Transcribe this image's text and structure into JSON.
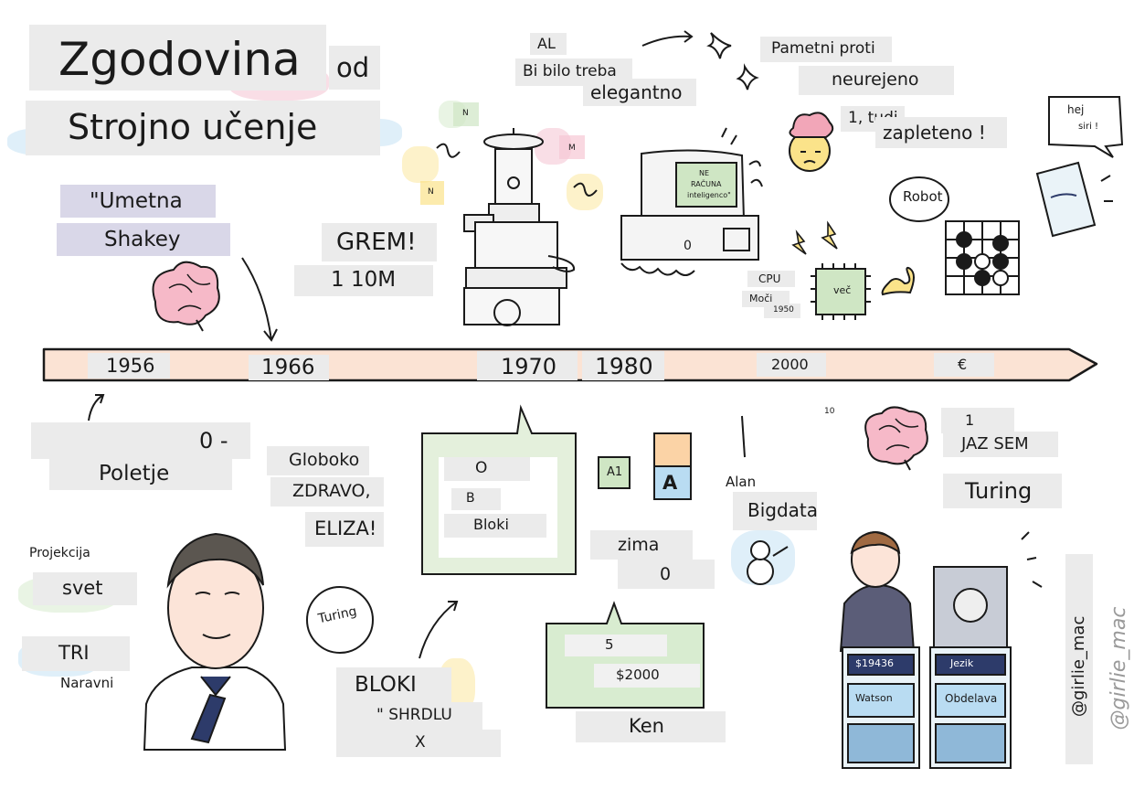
{
  "title": {
    "line1": "Zgodovina",
    "word_od": "od",
    "line2": "Strojno učenje"
  },
  "timeline": {
    "years": [
      "1956",
      "1966",
      "1970",
      "1980",
      "2000",
      "€"
    ],
    "bar_color": "#fbe3d4"
  },
  "top_labels": {
    "umetna": "\"Umetna",
    "shakey": "Shakey",
    "grem": "GREM!",
    "ten_m": "1 10M",
    "al": "AL",
    "bi_bilo_treba": "Bi bilo treba",
    "elegantno": "elegantno",
    "pametni_proti": "Pametni proti",
    "neurejeno": "neurejeno",
    "ena_tudi": "1, tudi",
    "zapleteno": "zapleteno !",
    "robot": "Robot",
    "hej": "hej",
    "siri": "siri !",
    "cpu": "CPU",
    "moci": "Moči",
    "leto_1950": "1950",
    "vec": "več",
    "monitor_line1": "NE",
    "monitor_line2": "RAČUNA",
    "monitor_line3": "inteligenco\"",
    "computer_zero": "0",
    "robot_n1": "N",
    "robot_m": "M",
    "robot_n2": "N"
  },
  "bottom_labels": {
    "zero_dash": "0 -",
    "poletje": "Poletje",
    "globoko": "Globoko",
    "zdravo": "ZDRAVO,",
    "eliza": "ELIZA!",
    "box_o": "O",
    "box_b": "B",
    "box_bloki": "Bloki",
    "cube_a1": "A1",
    "cube_a": "A",
    "zima": "zima",
    "zima_zero": "0",
    "alan": "Alan",
    "bigdata": "Bigdata",
    "ten": "10",
    "one": "1",
    "jaz_sem": "JAZ SEM",
    "turing_big": "Turing",
    "projekcija": "Projekcija",
    "svet": "svet",
    "tri": "TRI",
    "naravni": "Naravni",
    "turing_bubble": "Turing",
    "bloki": "BLOKI",
    "shrdlu": "\" SHRDLU",
    "x": "X",
    "five": "5",
    "price_2000": "$2000",
    "ken": "Ken",
    "podium_score": "$19436",
    "podium_watson": "Watson",
    "podium_jezik": "Jezik",
    "podium_obdelava": "Obdelava",
    "signature": "@girlie_mac",
    "signature_side": "@girlie_mac"
  },
  "icons": [
    "brain-icon",
    "sparkle-icon",
    "exploding-head-icon",
    "lightning-icon",
    "flexed-arm-icon",
    "snowman-icon",
    "phone-icon",
    "go-board-icon",
    "cpu-chip-icon",
    "computer-icon",
    "robot-icon",
    "arrow-icon"
  ],
  "colors": {
    "accent_pink": "#f2b5c8",
    "accent_blue": "#b9dcf2",
    "accent_yellow": "#fbe38a",
    "accent_green": "#cfe6c4",
    "lavender": "#d9d7e8",
    "label_gray": "#ebebeb"
  }
}
